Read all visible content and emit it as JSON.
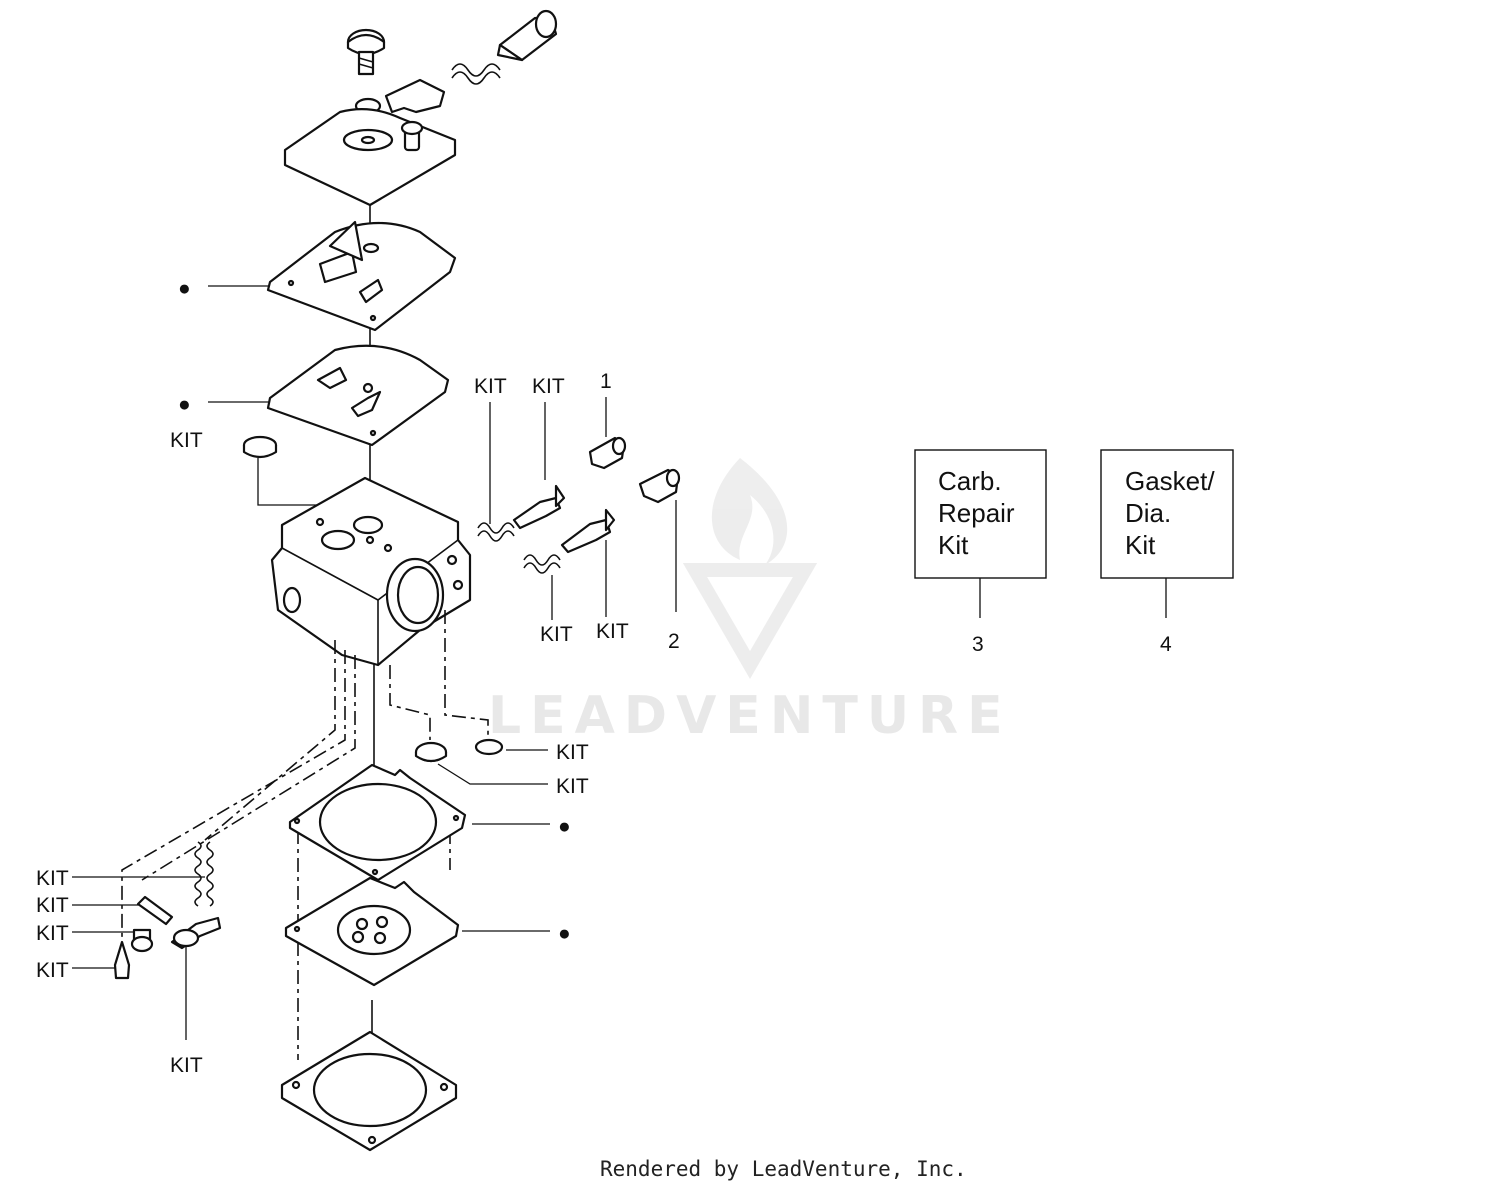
{
  "diagram": {
    "kit_label": "KIT",
    "bullet": "●",
    "callouts": {
      "c1": "1",
      "c2": "2",
      "c3": "3",
      "c4": "4"
    },
    "boxes": {
      "carb_repair": [
        "Carb.",
        "Repair",
        "Kit"
      ],
      "gasket_dia": [
        "Gasket/",
        "Dia.",
        "Kit"
      ]
    },
    "watermark": "LEADVENTURE",
    "footer": "Rendered by LeadVenture, Inc."
  }
}
